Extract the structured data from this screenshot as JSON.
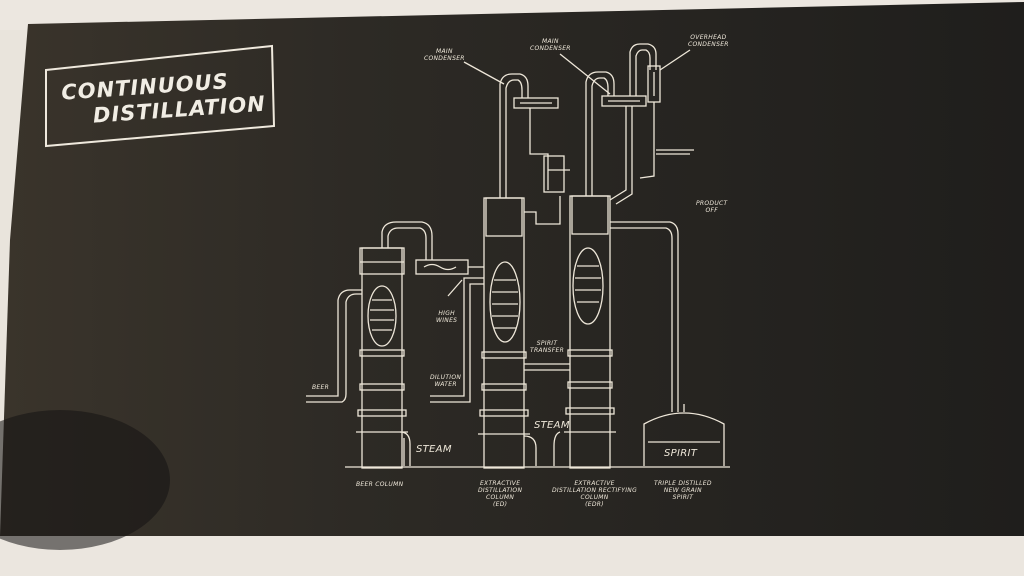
{
  "title": {
    "line1": "CONTINUOUS",
    "line2": "DISTILLATION"
  },
  "labels": {
    "main_condenser_1": [
      "MAIN",
      "CONDENSER"
    ],
    "main_condenser_2": [
      "MAIN",
      "CONDENSER"
    ],
    "overhead_condenser": [
      "OVERHEAD",
      "CONDENSER"
    ],
    "product_off": [
      "PRODUCT",
      "OFF"
    ],
    "high_wines": [
      "HIGH",
      "WINES"
    ],
    "spirit_transfer": [
      "SPIRIT",
      "TRANSFER"
    ],
    "dilution_water": [
      "DILUTION",
      "WATER"
    ],
    "beer": "BEER",
    "steam_1": "STEAM",
    "steam_2": "STEAM",
    "spirit_tank": "SPIRIT"
  },
  "captions": {
    "beer_column": "BEER COLUMN",
    "extractive": [
      "EXTRACTIVE",
      "DISTILLATION",
      "COLUMN",
      "(ED)"
    ],
    "rectifying": [
      "EXTRACTIVE",
      "DISTILLATION RECTIFYING",
      "COLUMN",
      "(EDR)"
    ],
    "spirit": [
      "TRIPLE DISTILLED",
      "NEW GRAIN",
      "SPIRIT"
    ]
  },
  "colors": {
    "board": "#2a2824",
    "chalk": "#eee7d9"
  }
}
